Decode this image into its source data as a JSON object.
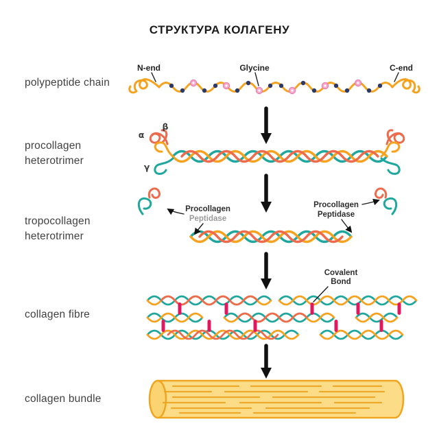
{
  "title": "СТРУКТУРА КОЛАГЕНУ",
  "stages": [
    {
      "label": "polypeptide chain"
    },
    {
      "label": "procollagen heterotrimer"
    },
    {
      "label": "tropocollagen heterotrimer"
    },
    {
      "label": "collagen fibre"
    },
    {
      "label": "collagen bundle"
    }
  ],
  "annotations": {
    "n_end": "N-end",
    "glycine": "Glycine",
    "c_end": "C-end",
    "alpha": "α",
    "beta": "β",
    "gamma": "γ",
    "peptidase_left": {
      "line1": "Procollagen",
      "line2": "Peptidase"
    },
    "peptidase_right": {
      "line1": "Procollagen",
      "line2": "Peptidase"
    },
    "covalent_bond": {
      "line1": "Covalent",
      "line2": "Bond"
    }
  },
  "colors": {
    "strand_teal": "#1FA79D",
    "strand_orange": "#F6A21E",
    "strand_coral": "#EE6A4C",
    "bond_magenta": "#E0195F",
    "bead_navy": "#2C3A6B",
    "bead_pink": "#F49AC6",
    "bundle_fill": "#FCDC86",
    "bundle_stroke": "#EFA51F",
    "arrow_black": "#111111"
  }
}
